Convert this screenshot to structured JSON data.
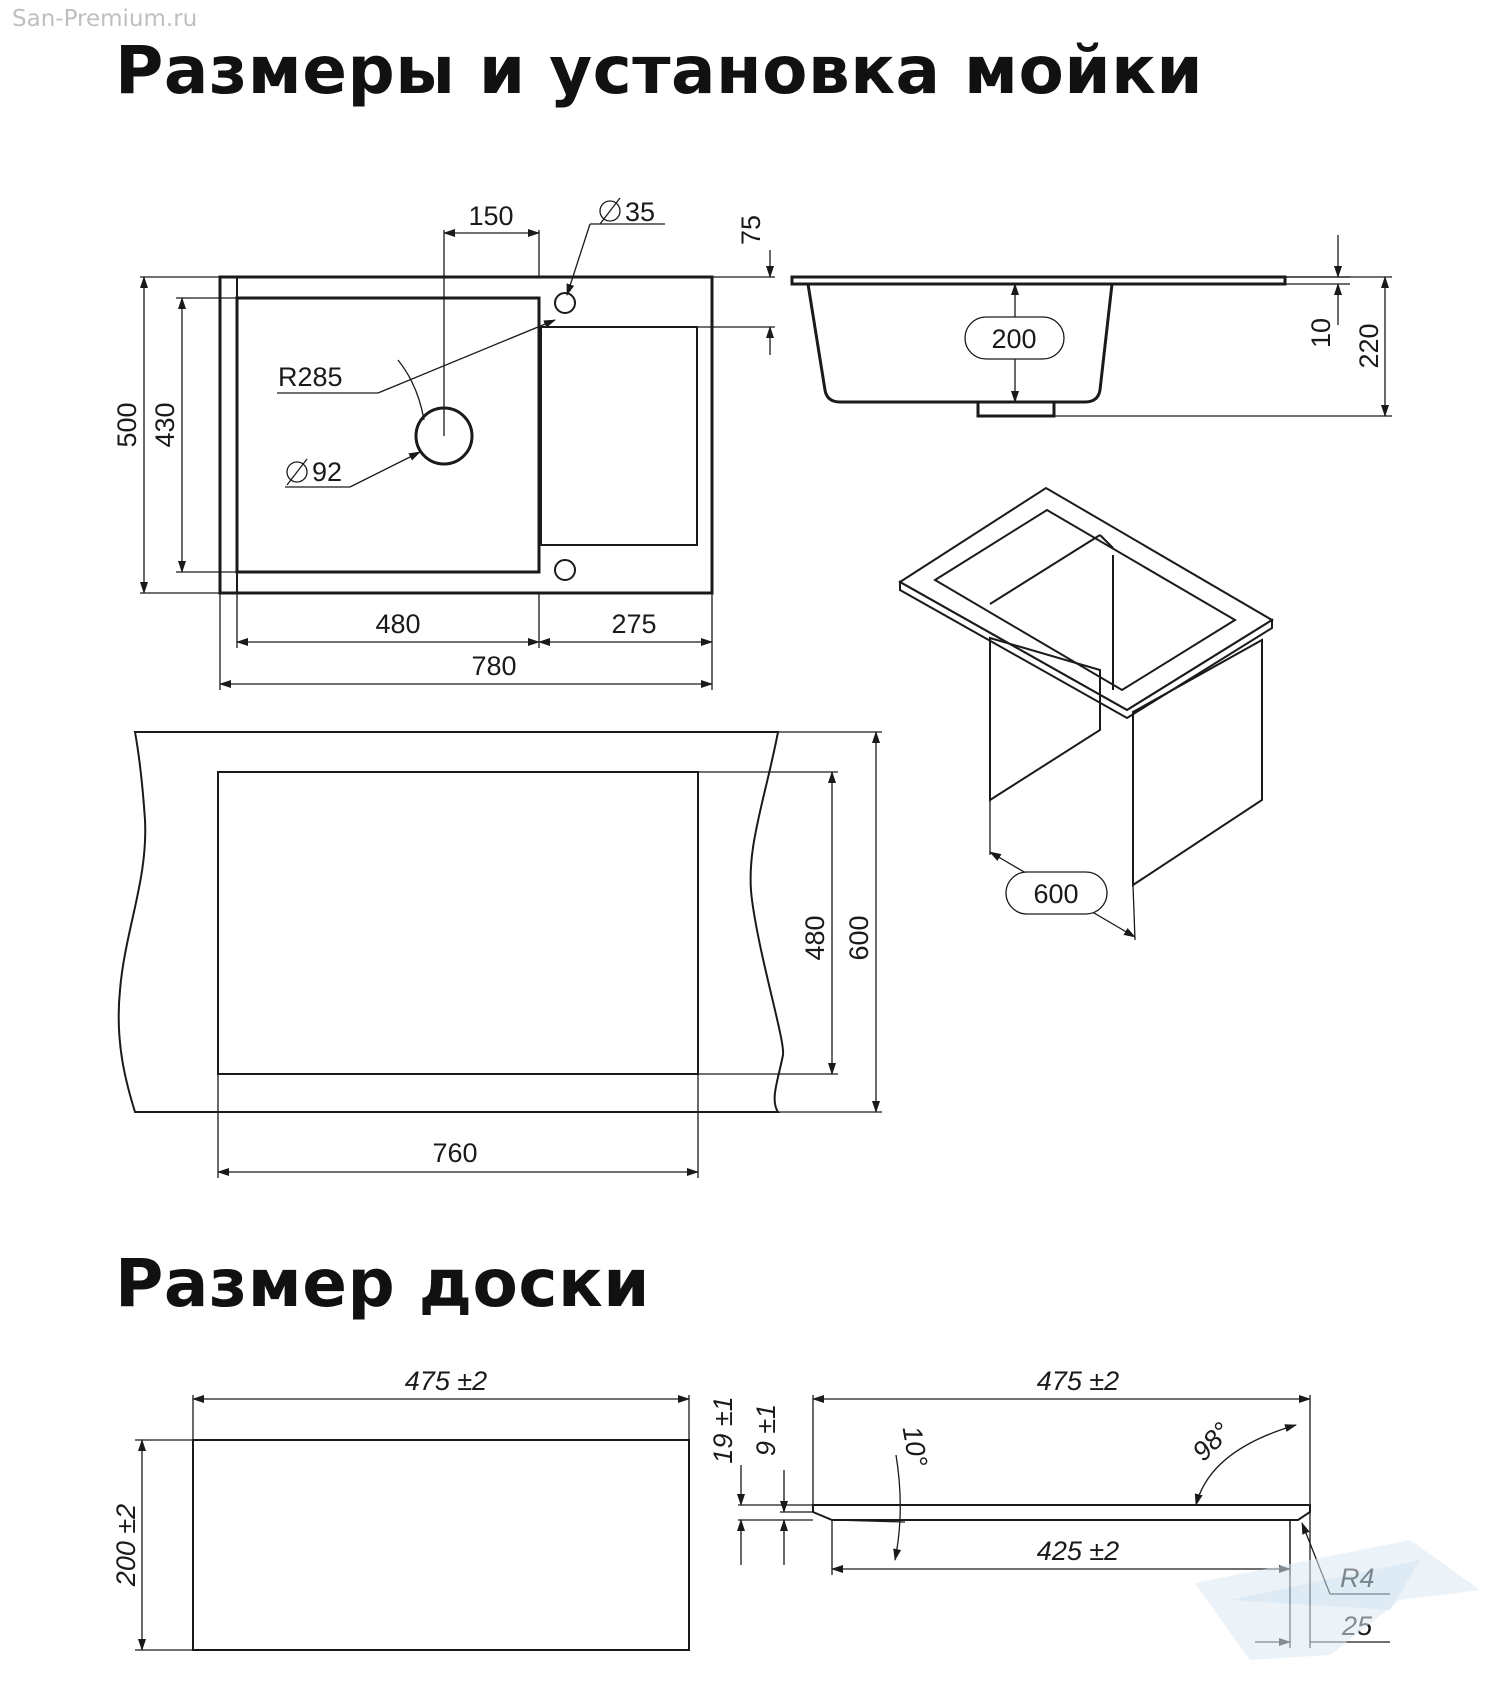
{
  "watermark": "San-Premium.ru",
  "titles": {
    "install": "Размеры и установка мойки",
    "board": "Размер доски"
  },
  "dims": {
    "top_w150": "150",
    "top_d35": "35",
    "top_75": "75",
    "top_r285": "R285",
    "top_d92": "92",
    "top_500": "500",
    "top_430": "430",
    "top_480": "480",
    "top_275": "275",
    "top_780": "780",
    "side_200": "200",
    "side_10": "10",
    "side_220": "220",
    "iso_600": "600",
    "cut_480": "480",
    "cut_600": "600",
    "cut_760": "760",
    "board_top_w": "475 ±2",
    "board_top_h": "200 ±2",
    "board_side_w": "475 ±2",
    "board_side_19": "19 ±1",
    "board_side_9": "9 ±1",
    "board_side_10deg": "10°",
    "board_side_98deg": "98°",
    "board_side_425": "425 ±2",
    "board_side_r4": "R4",
    "board_side_25": "25"
  },
  "colors": {
    "line": "#1a1a1a",
    "watermark": "#bfbfbf",
    "logo": "#cfe3f0"
  },
  "icons": {
    "diameter": "diameter-icon",
    "logo": "logo-icon"
  }
}
